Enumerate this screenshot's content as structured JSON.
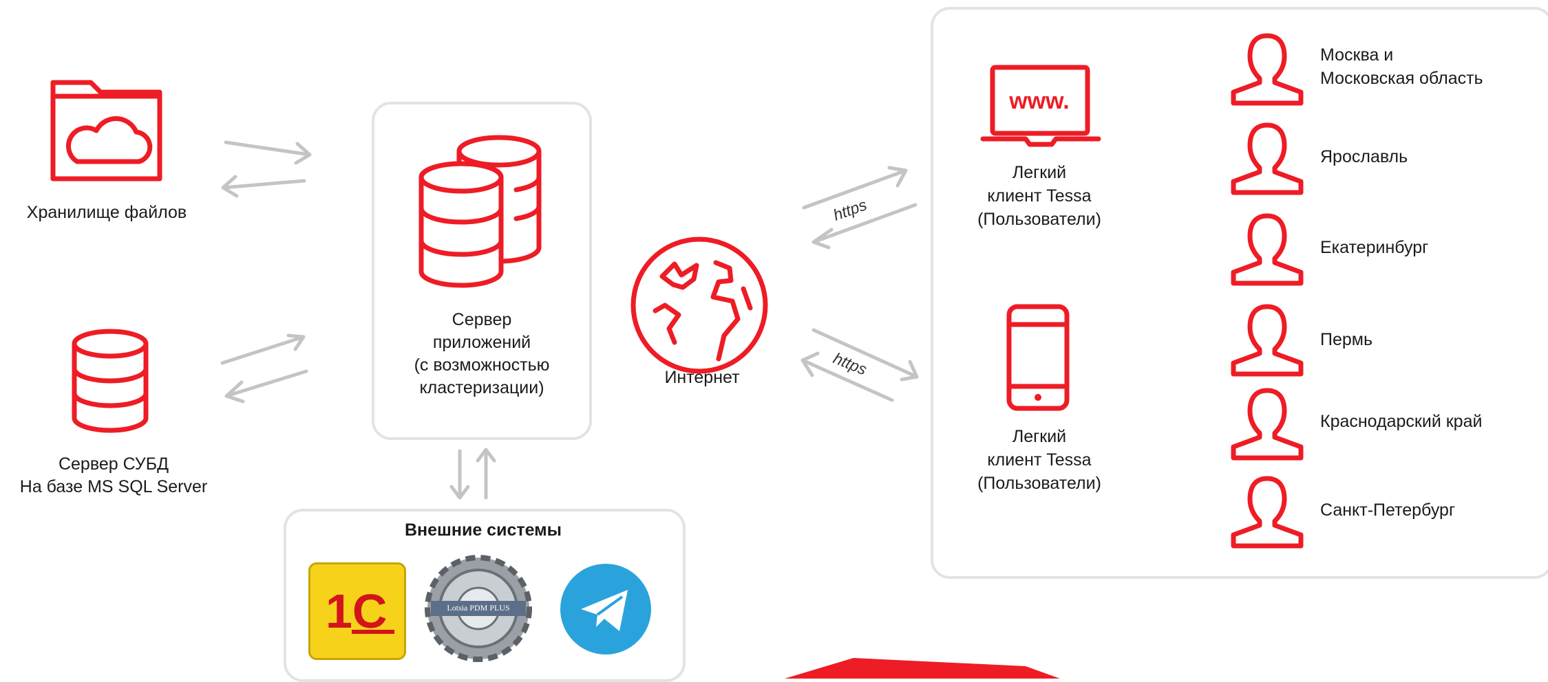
{
  "nodes": {
    "file_storage": "Хранилище файлов",
    "db_server_line1": "Сервер СУБД",
    "db_server_line2": "На базе MS SQL Server",
    "app_server_line1": "Сервер",
    "app_server_line2": "приложений",
    "app_server_line3": "(с возможностью",
    "app_server_line4": "кластеризации)",
    "internet": "Интернет",
    "external_systems": "Внешние системы",
    "web_client_line1": "Легкий",
    "web_client_line2": "клиент Tessa",
    "web_client_line3": "(Пользователи)",
    "mobile_client_line1": "Легкий",
    "mobile_client_line2": "клиент Tessa",
    "mobile_client_line3": "(Пользователи)",
    "www_text": "www."
  },
  "connections": {
    "https_top": "https",
    "https_bottom": "https"
  },
  "external_logos": {
    "onec": "1С",
    "pdm": "Lotsia PDM PLUS"
  },
  "cities": [
    "Москва и",
    "Московская область",
    "Ярославль",
    "Екатеринбург",
    "Пермь",
    "Краснодарский край",
    "Санкт-Петербург"
  ],
  "colors": {
    "accent": "#ee1c25",
    "arrow": "#c4c4c4",
    "box_border": "#e3e3e3",
    "telegram": "#2aa3dc",
    "onec_yellow": "#f6d21b"
  }
}
